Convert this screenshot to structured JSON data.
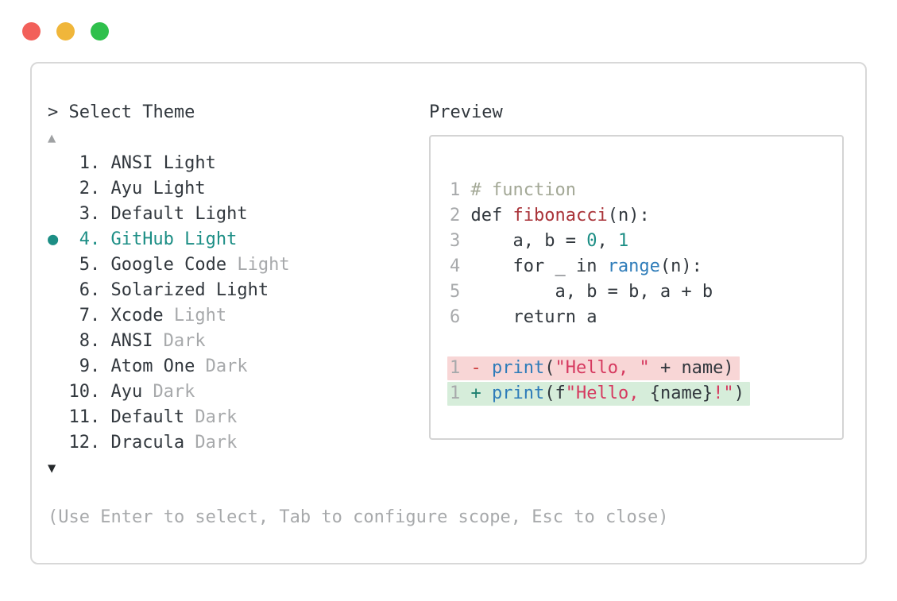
{
  "window_controls": {
    "close_color": "#f2605a",
    "minimize_color": "#f0b63a",
    "zoom_color": "#2fc04c"
  },
  "colors": {
    "accent_teal": "#1c8e85",
    "muted_gray": "#a7a9ab",
    "ink": "#31373d",
    "diff_del_bg": "#f8d6d6",
    "diff_add_bg": "#d6edda",
    "string_red": "#d6395f",
    "call_blue": "#2e7cb9",
    "comment_olive": "#a3a896",
    "function_red": "#a93238"
  },
  "selector": {
    "prompt_symbol": ">",
    "title": "Select Theme",
    "scroll_up_symbol": "▲",
    "scroll_down_symbol": "▼",
    "items": [
      {
        "bullet": "",
        "number": "1.",
        "name": "ANSI",
        "variant": "Light",
        "variant_muted": "false",
        "selected": "false"
      },
      {
        "bullet": "",
        "number": "2.",
        "name": "Ayu",
        "variant": "Light",
        "variant_muted": "false",
        "selected": "false"
      },
      {
        "bullet": "",
        "number": "3.",
        "name": "Default",
        "variant": "Light",
        "variant_muted": "false",
        "selected": "false"
      },
      {
        "bullet": "●",
        "number": "4.",
        "name": "GitHub",
        "variant": "Light",
        "variant_muted": "false",
        "selected": "true"
      },
      {
        "bullet": "",
        "number": "5.",
        "name": "Google Code",
        "variant": "Light",
        "variant_muted": "true",
        "selected": "false"
      },
      {
        "bullet": "",
        "number": "6.",
        "name": "Solarized",
        "variant": "Light",
        "variant_muted": "false",
        "selected": "false"
      },
      {
        "bullet": "",
        "number": "7.",
        "name": "Xcode",
        "variant": "Light",
        "variant_muted": "true",
        "selected": "false"
      },
      {
        "bullet": "",
        "number": "8.",
        "name": "ANSI",
        "variant": "Dark",
        "variant_muted": "true",
        "selected": "false"
      },
      {
        "bullet": "",
        "number": "9.",
        "name": "Atom One",
        "variant": "Dark",
        "variant_muted": "true",
        "selected": "false"
      },
      {
        "bullet": "",
        "number": "10.",
        "name": "Ayu",
        "variant": "Dark",
        "variant_muted": "true",
        "selected": "false"
      },
      {
        "bullet": "",
        "number": "11.",
        "name": "Default",
        "variant": "Dark",
        "variant_muted": "true",
        "selected": "false"
      },
      {
        "bullet": "",
        "number": "12.",
        "name": "Dracula",
        "variant": "Dark",
        "variant_muted": "true",
        "selected": "false"
      }
    ],
    "hint": "(Use Enter to select, Tab to configure scope, Esc to close)"
  },
  "preview": {
    "title": "Preview",
    "code": {
      "lines": [
        {
          "diff": null,
          "tokens": [
            {
              "type": "ln",
              "text": "1 "
            },
            {
              "type": "cm",
              "text": "# function"
            }
          ]
        },
        {
          "diff": null,
          "tokens": [
            {
              "type": "ln",
              "text": "2 "
            },
            {
              "type": "pl",
              "text": "def "
            },
            {
              "type": "fn",
              "text": "fibonacci"
            },
            {
              "type": "pl",
              "text": "(n):"
            }
          ]
        },
        {
          "diff": null,
          "tokens": [
            {
              "type": "ln",
              "text": "3 "
            },
            {
              "type": "pl",
              "text": "    a, b = "
            },
            {
              "type": "nm",
              "text": "0"
            },
            {
              "type": "pl",
              "text": ", "
            },
            {
              "type": "nm",
              "text": "1"
            }
          ]
        },
        {
          "diff": null,
          "tokens": [
            {
              "type": "ln",
              "text": "4 "
            },
            {
              "type": "pl",
              "text": "    for _ in "
            },
            {
              "type": "cl",
              "text": "range"
            },
            {
              "type": "pl",
              "text": "(n):"
            }
          ]
        },
        {
          "diff": null,
          "tokens": [
            {
              "type": "ln",
              "text": "5 "
            },
            {
              "type": "pl",
              "text": "        a, b = b, a + b"
            }
          ]
        },
        {
          "diff": null,
          "tokens": [
            {
              "type": "ln",
              "text": "6 "
            },
            {
              "type": "pl",
              "text": "    return a"
            }
          ]
        },
        {
          "diff": null,
          "tokens": []
        },
        {
          "diff": "del",
          "tokens": [
            {
              "type": "ln",
              "text": "1 "
            },
            {
              "type": "del",
              "text": "- "
            },
            {
              "type": "cl",
              "text": "print"
            },
            {
              "type": "pl",
              "text": "("
            },
            {
              "type": "st",
              "text": "\"Hello, \""
            },
            {
              "type": "pl",
              "text": " + name)"
            }
          ]
        },
        {
          "diff": "add",
          "tokens": [
            {
              "type": "ln",
              "text": "1 "
            },
            {
              "type": "add",
              "text": "+ "
            },
            {
              "type": "cl",
              "text": "print"
            },
            {
              "type": "pl",
              "text": "(f"
            },
            {
              "type": "st",
              "text": "\"Hello, "
            },
            {
              "type": "pl",
              "text": "{name}"
            },
            {
              "type": "st",
              "text": "!\""
            },
            {
              "type": "pl",
              "text": ")"
            }
          ]
        }
      ]
    }
  }
}
